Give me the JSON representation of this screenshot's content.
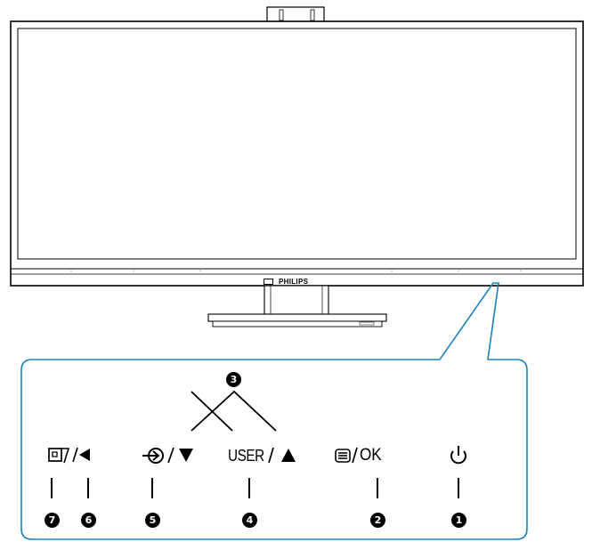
{
  "monitor": {
    "brand": "PHILIPS"
  },
  "panel_labels": {
    "smartimage": "SmartImage",
    "input": "Input",
    "user": "USER",
    "menu": "Menu",
    "power": "Power"
  },
  "controls": [
    {
      "id": "smartimage",
      "number": "7",
      "symbol": "smartimage-icon",
      "secondary": "left-arrow-icon"
    },
    {
      "id": "back",
      "number": "6",
      "symbol": "left-arrow-icon"
    },
    {
      "id": "input",
      "number": "5",
      "symbol": "input-icon",
      "slash": "/",
      "secondary": "down-arrow-icon"
    },
    {
      "id": "user",
      "number": "4",
      "label": "USER",
      "slash": "/",
      "secondary": "up-arrow-icon"
    },
    {
      "id": "menu",
      "number": "2",
      "symbol": "menu-icon",
      "slash": "/",
      "label": "OK"
    },
    {
      "id": "power",
      "number": "1",
      "symbol": "power-icon"
    }
  ],
  "shared_marker": "3",
  "colors": {
    "callout": "#1a84b8",
    "line": "#000000"
  }
}
